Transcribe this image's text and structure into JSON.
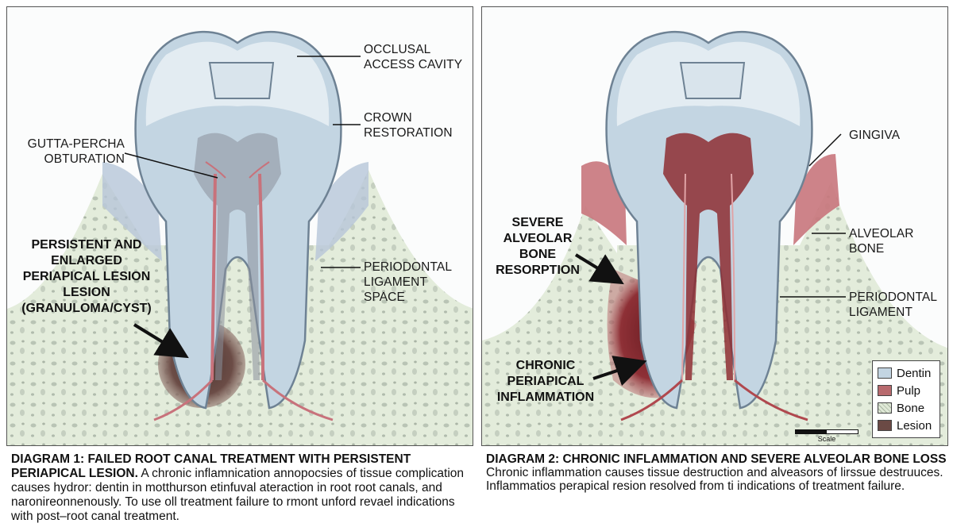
{
  "diagram1": {
    "labels": {
      "occlusal": "OCCLUSAL\nACCESS CAVITY",
      "crown": "CROWN\nRESTORATION",
      "gutta": "GUTTA-PERCHA\nOBTURATION",
      "lesion": "PERSISTENT AND\nENLARGED\nPERIAPICAL LESION\nLESION\n(GRANULOMA/CYST)",
      "pdl": "PERIODONTAL\nLIGAMENT\nSPACE"
    },
    "caption_title": "DIAGRAM 1: FAILED ROOT CANAL TREATMENT WITH PERSISTENT PERIAPICAL LESION.",
    "caption_body": " A chronic inflamnication annopocsies of tissue complication causes hydror: dentin in motthurson etinfuval ateraction in root root canals, and naronireonnenously. To use oll treatment failure to rmont unford revael indications with post–root canal treatment."
  },
  "diagram2": {
    "labels": {
      "gingiva": "GINGIVA",
      "alveolar": "ALVEOLAR\nBONE",
      "pdl": "PERIODONTAL\nLIGAMENT",
      "resorption": "SEVERE\nALVEOLAR\nBONE\nRESORPTION",
      "inflammation": "CHRONIC\nPERIAPICAL\nINFLAMMATION"
    },
    "legend": [
      {
        "label": "Dentin",
        "color": "#c3d5e2"
      },
      {
        "label": "Pulp",
        "color": "#b86a6e"
      },
      {
        "label": "Bone",
        "color": "#dfe8d6"
      },
      {
        "label": "Lesion",
        "color": "#6b4a45"
      }
    ],
    "scale": "Scale",
    "caption_title": "DIAGRAM 2: CHRONIC INFLAMMATION AND SEVERE ALVEOLAR BONE LOSS",
    "caption_body": "Chronic inflammation causes tissue destruction and alveasors of lirssue destruuces. Inflammatios perapical resion resolved from ti indications of treatment failure."
  }
}
